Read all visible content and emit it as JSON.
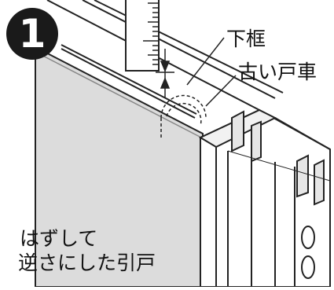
{
  "step": {
    "number": "1"
  },
  "labels": {
    "lower_frame": "下框",
    "old_roller": "古い戸車",
    "caption_line1": "はずして",
    "caption_line2": "逆さにした引戸"
  }
}
